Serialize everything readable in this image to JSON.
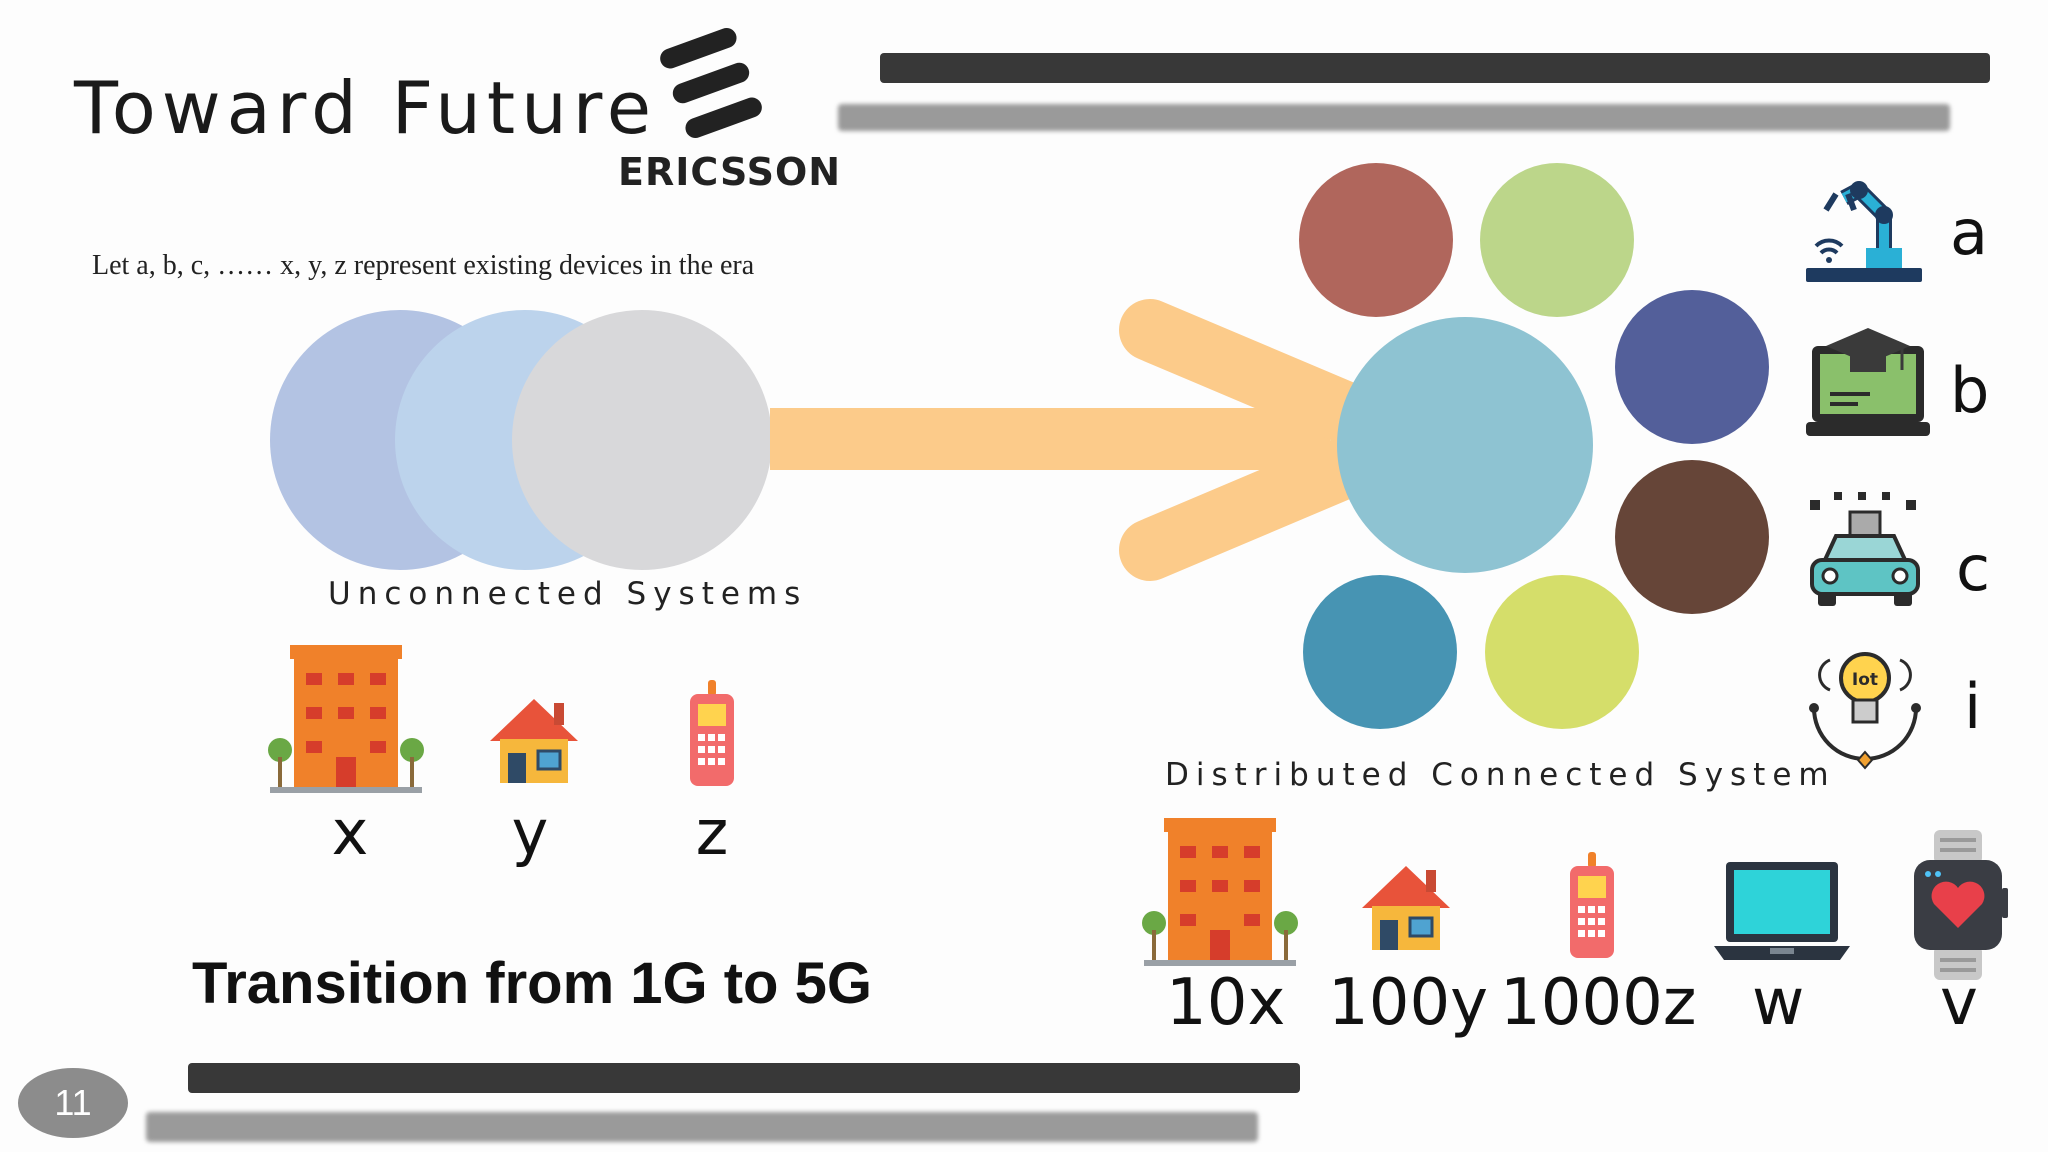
{
  "slide": {
    "title": "Toward Future",
    "page_number": "11",
    "subtitle": "Let a, b, c, …… x, y, z represent existing devices in the era",
    "transition_text": "Transition from 1G to 5G"
  },
  "logo": {
    "text": "ERICSSON",
    "color": "#222222"
  },
  "left_diagram": {
    "caption": "Unconnected Systems",
    "circle_colors": [
      "#b3c3e3",
      "#bcd3ec",
      "#d8d8da"
    ],
    "devices": [
      {
        "icon": "apartment-building-icon",
        "label": "x"
      },
      {
        "icon": "house-icon",
        "label": "y"
      },
      {
        "icon": "mobile-phone-icon",
        "label": "z"
      }
    ]
  },
  "arrow": {
    "color": "#fccb8a"
  },
  "right_diagram": {
    "caption": "Distributed Connected System",
    "center_color": "#8ec3d2",
    "outer_colors": [
      "#b0665c",
      "#bcd68a",
      "#535f9a",
      "#664538",
      "#4794b3",
      "#d5de6a"
    ],
    "devices": [
      {
        "icon": "apartment-building-icon",
        "label": "10x"
      },
      {
        "icon": "house-icon",
        "label": "100y"
      },
      {
        "icon": "mobile-phone-icon",
        "label": "1000z"
      },
      {
        "icon": "laptop-icon",
        "label": "w"
      },
      {
        "icon": "smartwatch-icon",
        "label": "v"
      }
    ]
  },
  "legend": [
    {
      "icon": "robotic-arm-icon",
      "label": "a"
    },
    {
      "icon": "e-learning-laptop-icon",
      "label": "b"
    },
    {
      "icon": "ai-car-icon",
      "label": "c"
    },
    {
      "icon": "iot-bulb-icon",
      "label": "i"
    }
  ]
}
